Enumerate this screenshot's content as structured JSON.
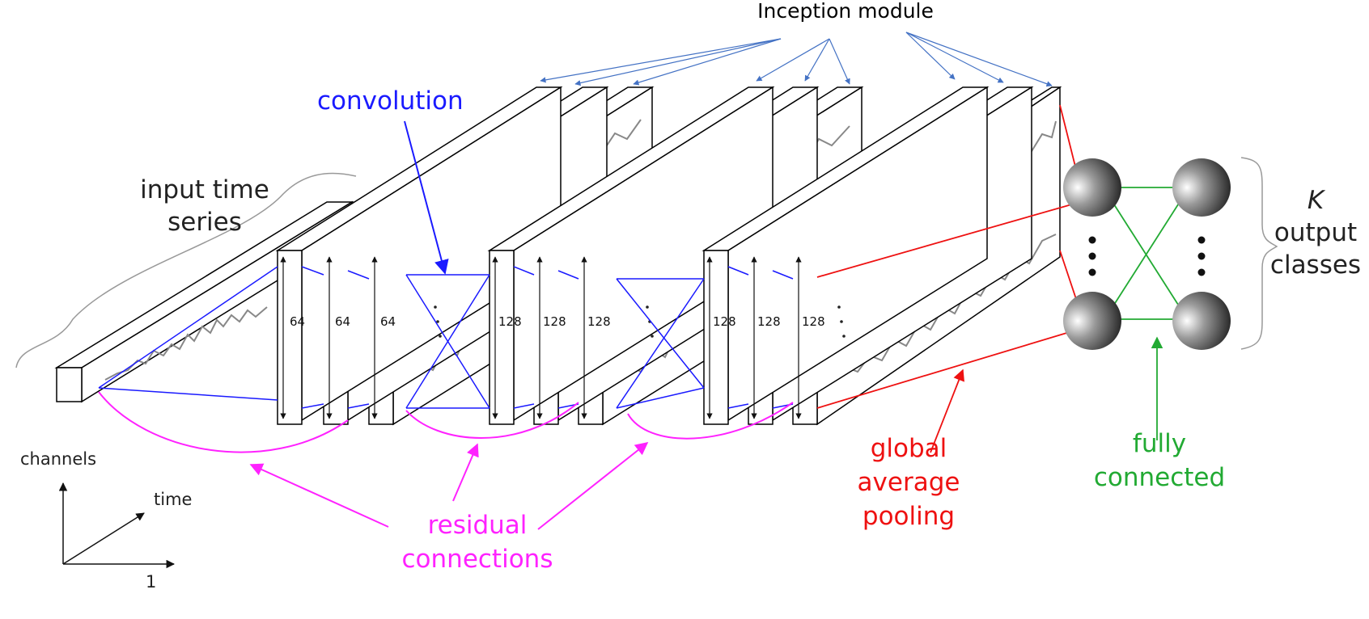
{
  "labels": {
    "inception": "Inception module",
    "convolution": "convolution",
    "input_line1": "input time",
    "input_line2": "series",
    "k_symbol": "K",
    "output_line1": "output",
    "output_line2": "classes",
    "residual_line1": "residual",
    "residual_line2": "connections",
    "gap_line1": "global",
    "gap_line2": "average",
    "gap_line3": "pooling",
    "fc_line1": "fully",
    "fc_line2": "connected",
    "axis_channels": "channels",
    "axis_time": "time",
    "axis_one": "1"
  },
  "filter_counts": [
    "64",
    "64",
    "64",
    "128",
    "128",
    "128",
    "128",
    "128",
    "128"
  ],
  "colors": {
    "convolution": "#1a1aff",
    "residual": "#ff22ff",
    "pooling": "#ee1111",
    "fully_connected": "#22aa33",
    "inception_arrows": "#4472c4",
    "block_stroke": "#000000",
    "signal": "#888888"
  }
}
